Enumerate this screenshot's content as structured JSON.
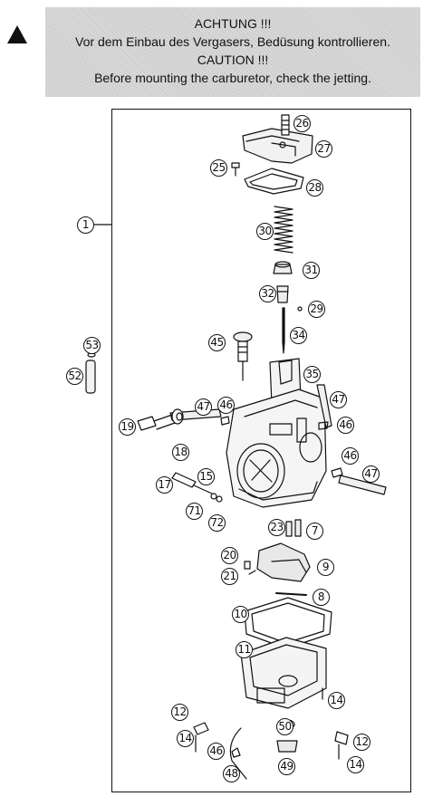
{
  "warning": {
    "icon": "warning-triangle-icon",
    "lines": [
      "ACHTUNG !!!",
      "Vor dem Einbau des Vergasers, Bedüsung kontrollieren.",
      "CAUTION !!!",
      "Before mounting the carburetor, check the jetting."
    ]
  },
  "callouts": {
    "c1": "1",
    "c7": "7",
    "c8": "8",
    "c9": "9",
    "c10": "10",
    "c11": "11",
    "c12a": "12",
    "c12b": "12",
    "c14a": "14",
    "c14b": "14",
    "c14c": "14",
    "c15": "15",
    "c17": "17",
    "c18": "18",
    "c19": "19",
    "c20": "20",
    "c21": "21",
    "c23": "23",
    "c25": "25",
    "c26": "26",
    "c27": "27",
    "c28": "28",
    "c29": "29",
    "c30": "30",
    "c31": "31",
    "c32": "32",
    "c34": "34",
    "c35": "35",
    "c45": "45",
    "c46a": "46",
    "c46b": "46",
    "c46c": "46",
    "c46d": "46",
    "c47a": "47",
    "c47b": "47",
    "c47c": "47",
    "c48": "48",
    "c49": "49",
    "c50": "50",
    "c52": "52",
    "c53": "53",
    "c71": "71",
    "c72": "72"
  }
}
